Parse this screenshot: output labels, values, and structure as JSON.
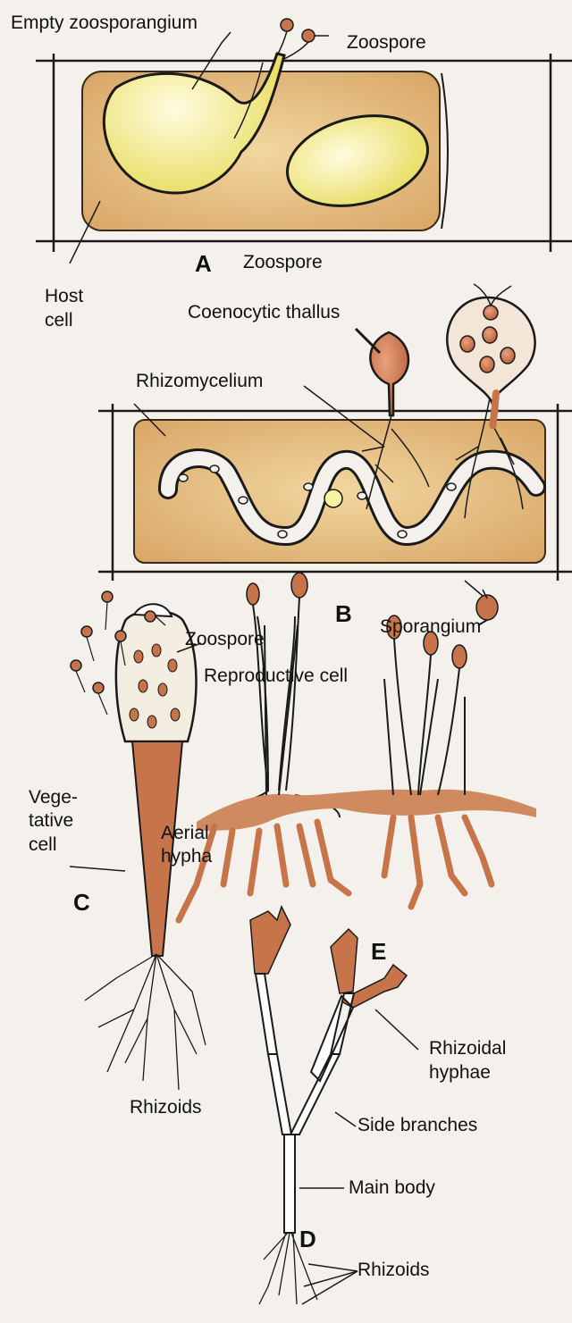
{
  "figure_letters": {
    "a": "A",
    "b": "B",
    "c": "C",
    "d": "D",
    "e": "E"
  },
  "labels": {
    "empty_zoosporangium": "Empty zoosporangium",
    "zoospore_a": "Zoospore",
    "zoospore_b": "Zoospore",
    "host_cell": "Host\ncell",
    "coenocytic_thallus": "Coenocytic thallus",
    "rhizomycelium": "Rhizomycelium",
    "zoospore_c": "Zoospore",
    "reproductive_cell": "Reproductive cell",
    "vegetative_cell": "Vege-\ntative\ncell",
    "aerial_hypha": "Aerial\nhypha",
    "rhizoids_c": "Rhizoids",
    "sporangium": "Sporangium",
    "rhizoidal_hyphae": "Rhizoidal\nhyphae",
    "side_branches": "Side branches",
    "main_body": "Main body",
    "rhizoids_d": "Rhizoids"
  },
  "colors": {
    "host_cell_fill": "#e9c98a",
    "sporangium_fill": "#f6ef9a",
    "thallus_brown": "#c8744a",
    "outline": "#1a1a1a"
  }
}
